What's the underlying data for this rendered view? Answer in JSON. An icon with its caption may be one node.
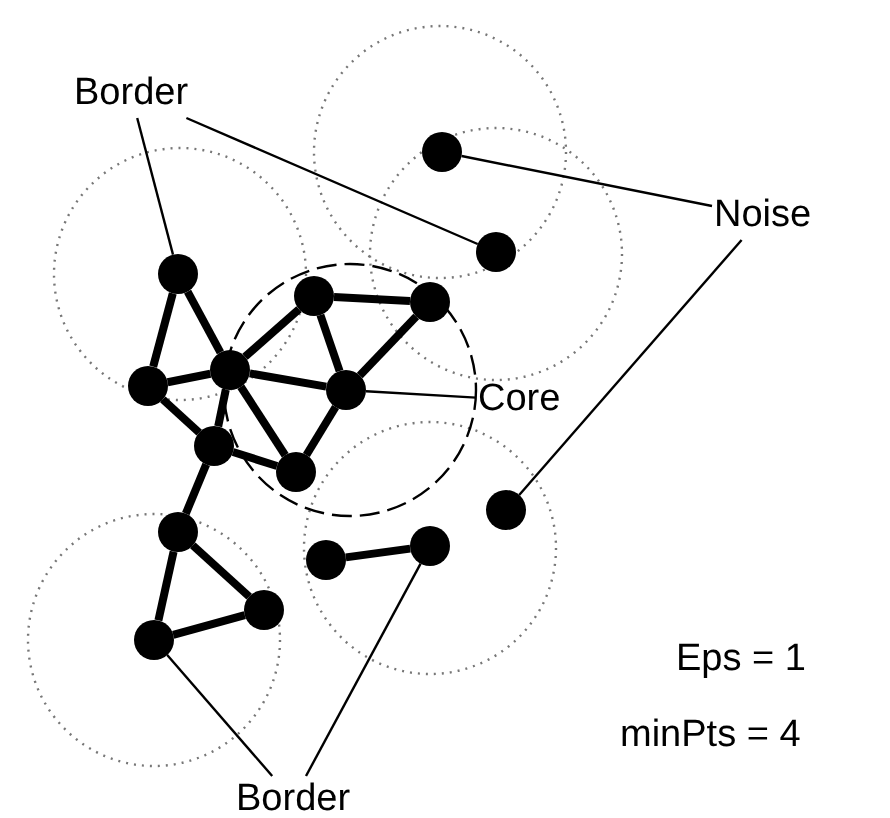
{
  "diagram": {
    "nodes": [
      {
        "text": [
          "Border"
        ]
      },
      {
        "text": [],
        "shape": "circle"
      },
      {
        "text": [
          "Noise"
        ]
      },
      {
        "text": [],
        "shape": "circle"
      },
      {
        "text": [],
        "shape": "circle"
      },
      {
        "text": [],
        "shape": "circle"
      },
      {
        "text": [],
        "shape": "circle"
      },
      {
        "text": [],
        "shape": "circle"
      },
      {
        "text": [],
        "shape": "circle"
      },
      {
        "text": [],
        "shape": "circle"
      },
      {
        "text": [
          "Core"
        ]
      },
      {
        "text": [],
        "shape": "circle"
      },
      {
        "text": [],
        "shape": "circle"
      },
      {
        "text": [],
        "shape": "circle"
      },
      {
        "text": [],
        "shape": "circle"
      },
      {
        "text": [],
        "shape": "circle"
      },
      {
        "text": [],
        "shape": "circle"
      },
      {
        "text": [],
        "shape": "circle"
      },
      {
        "text": [],
        "shape": "circle"
      },
      {
        "text": [
          "Border"
        ]
      }
    ],
    "edges": [
      {
        "from": 0,
        "to": 4,
        "arrow": "none"
      },
      {
        "from": 0,
        "to": 3,
        "arrow": "none"
      },
      {
        "from": 2,
        "to": 1,
        "arrow": "none"
      },
      {
        "from": 2,
        "to": 13,
        "arrow": "none"
      },
      {
        "from": 10,
        "to": 9,
        "arrow": "none"
      },
      {
        "from": 19,
        "to": 18,
        "arrow": "none"
      },
      {
        "from": 19,
        "to": 15,
        "arrow": "none"
      },
      {
        "from": 4,
        "to": 7,
        "arrow": "none"
      },
      {
        "from": 4,
        "to": 8,
        "arrow": "none"
      },
      {
        "from": 7,
        "to": 8,
        "arrow": "none"
      },
      {
        "from": 8,
        "to": 5,
        "arrow": "none"
      },
      {
        "from": 5,
        "to": 6,
        "arrow": "none"
      },
      {
        "from": 5,
        "to": 9,
        "arrow": "none"
      },
      {
        "from": 6,
        "to": 9,
        "arrow": "none"
      },
      {
        "from": 8,
        "to": 9,
        "arrow": "none"
      },
      {
        "from": 8,
        "to": 11,
        "arrow": "none"
      },
      {
        "from": 8,
        "to": 12,
        "arrow": "none"
      },
      {
        "from": 7,
        "to": 11,
        "arrow": "none"
      },
      {
        "from": 11,
        "to": 12,
        "arrow": "none"
      },
      {
        "from": 9,
        "to": 12,
        "arrow": "none"
      },
      {
        "from": 11,
        "to": 14,
        "arrow": "none"
      },
      {
        "from": 14,
        "to": 17,
        "arrow": "none"
      },
      {
        "from": 14,
        "to": 18,
        "arrow": "none"
      },
      {
        "from": 18,
        "to": 17,
        "arrow": "none"
      },
      {
        "from": 16,
        "to": 15,
        "arrow": "none"
      }
    ],
    "labels": [
      "Eps = 1",
      "minPts = 4"
    ]
  }
}
